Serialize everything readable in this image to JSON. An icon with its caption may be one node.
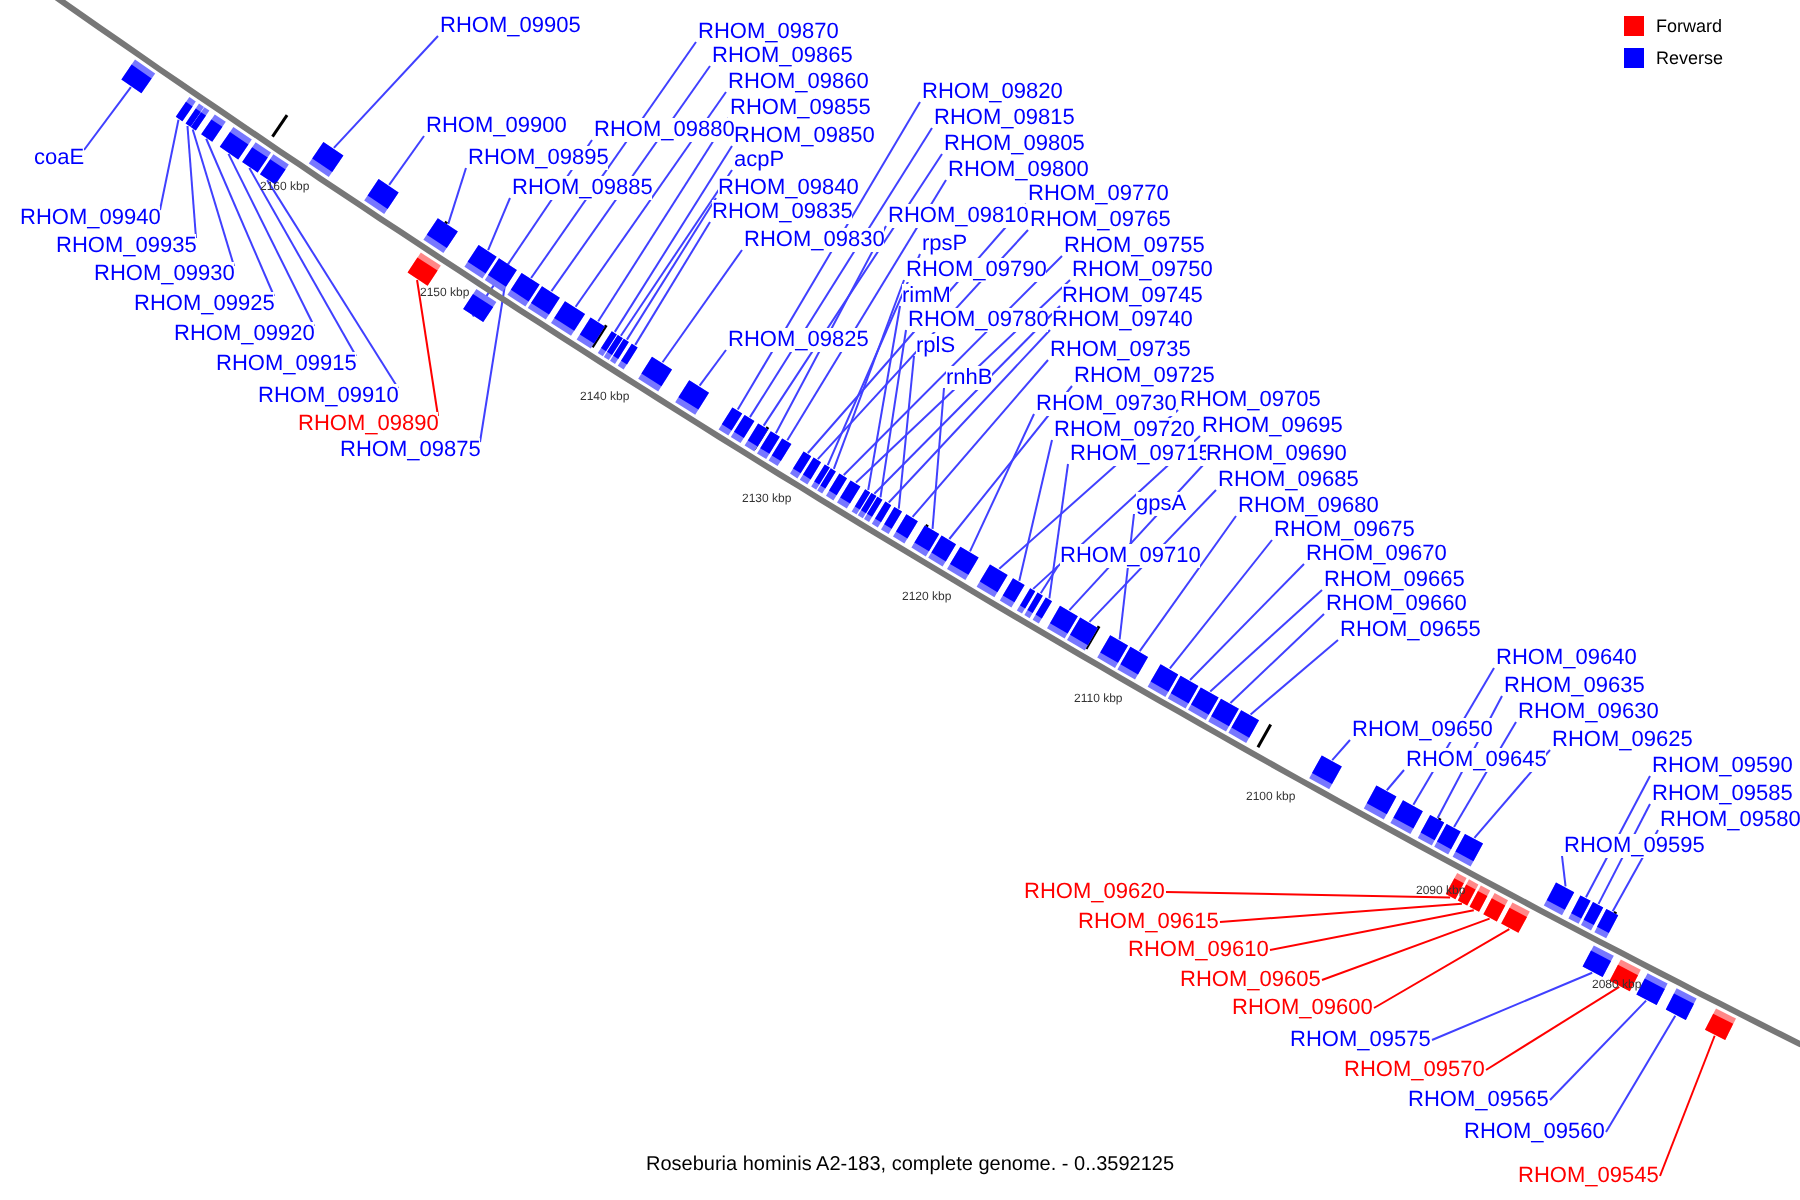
{
  "diagram": {
    "caption": "Roseburia hominis A2-183, complete genome. - 0..3592125",
    "nodes": [
      {
        "text": [
          "coaE"
        ]
      },
      {
        "text": [
          "RHOM_09940"
        ]
      },
      {
        "text": [
          "RHOM_09935"
        ]
      },
      {
        "text": [
          "RHOM_09930"
        ]
      },
      {
        "text": [
          "RHOM_09925"
        ]
      },
      {
        "text": [
          "RHOM_09920"
        ]
      },
      {
        "text": [
          "RHOM_09915"
        ]
      },
      {
        "text": [
          "RHOM_09910"
        ]
      },
      {
        "text": [
          "RHOM_09890"
        ]
      },
      {
        "text": [
          "RHOM_09875"
        ]
      },
      {
        "text": [
          "RHOM_09905"
        ]
      },
      {
        "text": [
          "RHOM_09900"
        ]
      },
      {
        "text": [
          "RHOM_09895"
        ]
      },
      {
        "text": [
          "RHOM_09885"
        ]
      },
      {
        "text": [
          "RHOM_09880"
        ]
      },
      {
        "text": [
          "RHOM_09870"
        ]
      },
      {
        "text": [
          "RHOM_09865"
        ]
      },
      {
        "text": [
          "RHOM_09860"
        ]
      },
      {
        "text": [
          "RHOM_09855"
        ]
      },
      {
        "text": [
          "RHOM_09850"
        ]
      },
      {
        "text": [
          "acpP"
        ]
      },
      {
        "text": [
          "RHOM_09840"
        ]
      },
      {
        "text": [
          "RHOM_09835"
        ]
      },
      {
        "text": [
          "RHOM_09830"
        ]
      },
      {
        "text": [
          "RHOM_09825"
        ]
      },
      {
        "text": [
          "RHOM_09820"
        ]
      },
      {
        "text": [
          "RHOM_09815"
        ]
      },
      {
        "text": [
          "RHOM_09805"
        ]
      },
      {
        "text": [
          "RHOM_09800"
        ]
      },
      {
        "text": [
          "RHOM_09810"
        ]
      },
      {
        "text": [
          "RHOM_09770"
        ]
      },
      {
        "text": [
          "RHOM_09765"
        ]
      },
      {
        "text": [
          "rpsP"
        ]
      },
      {
        "text": [
          "RHOM_09790"
        ]
      },
      {
        "text": [
          "RHOM_09755"
        ]
      },
      {
        "text": [
          "RHOM_09750"
        ]
      },
      {
        "text": [
          "rimM"
        ]
      },
      {
        "text": [
          "RHOM_09745"
        ]
      },
      {
        "text": [
          "RHOM_09780"
        ]
      },
      {
        "text": [
          "RHOM_09740"
        ]
      },
      {
        "text": [
          "rplS"
        ]
      },
      {
        "text": [
          "RHOM_09735"
        ]
      },
      {
        "text": [
          "rnhB"
        ]
      },
      {
        "text": [
          "RHOM_09725"
        ]
      },
      {
        "text": [
          "RHOM_09730"
        ]
      },
      {
        "text": [
          "RHOM_09705"
        ]
      },
      {
        "text": [
          "RHOM_09720"
        ]
      },
      {
        "text": [
          "RHOM_09695"
        ]
      },
      {
        "text": [
          "RHOM_09715"
        ]
      },
      {
        "text": [
          "RHOM_09690"
        ]
      },
      {
        "text": [
          "RHOM_09685"
        ]
      },
      {
        "text": [
          "gpsA"
        ]
      },
      {
        "text": [
          "RHOM_09680"
        ]
      },
      {
        "text": [
          "RHOM_09710"
        ]
      },
      {
        "text": [
          "RHOM_09675"
        ]
      },
      {
        "text": [
          "RHOM_09670"
        ]
      },
      {
        "text": [
          "RHOM_09665"
        ]
      },
      {
        "text": [
          "RHOM_09660"
        ]
      },
      {
        "text": [
          "RHOM_09655"
        ]
      },
      {
        "text": [
          "RHOM_09650"
        ]
      },
      {
        "text": [
          "RHOM_09645"
        ]
      },
      {
        "text": [
          "RHOM_09640"
        ]
      },
      {
        "text": [
          "RHOM_09635"
        ]
      },
      {
        "text": [
          "RHOM_09630"
        ]
      },
      {
        "text": [
          "RHOM_09625"
        ]
      },
      {
        "text": [
          "RHOM_09595"
        ]
      },
      {
        "text": [
          "RHOM_09590"
        ]
      },
      {
        "text": [
          "RHOM_09585"
        ]
      },
      {
        "text": [
          "RHOM_09580"
        ]
      },
      {
        "text": [
          "RHOM_09620"
        ]
      },
      {
        "text": [
          "RHOM_09615"
        ]
      },
      {
        "text": [
          "RHOM_09610"
        ]
      },
      {
        "text": [
          "RHOM_09605"
        ]
      },
      {
        "text": [
          "RHOM_09600"
        ]
      },
      {
        "text": [
          "RHOM_09575"
        ]
      },
      {
        "text": [
          "RHOM_09570"
        ]
      },
      {
        "text": [
          "RHOM_09565"
        ]
      },
      {
        "text": [
          "RHOM_09560"
        ]
      },
      {
        "text": [
          "RHOM_09545"
        ]
      },
      {
        "text": [],
        "shape": "bar"
      },
      {
        "text": [],
        "shape": "bar"
      },
      {
        "text": [],
        "shape": "bar"
      },
      {
        "text": [],
        "shape": "bar"
      },
      {
        "text": [],
        "shape": "bar"
      },
      {
        "text": [],
        "shape": "bar"
      },
      {
        "text": [],
        "shape": "bar"
      },
      {
        "text": [],
        "shape": "bar"
      },
      {
        "text": [],
        "shape": "bar"
      },
      {
        "text": [],
        "shape": "bar"
      },
      {
        "text": [],
        "shape": "bar"
      },
      {
        "text": [],
        "shape": "bar"
      },
      {
        "text": [],
        "shape": "bar"
      },
      {
        "text": [],
        "shape": "bar"
      },
      {
        "text": [],
        "shape": "bar"
      },
      {
        "text": [],
        "shape": "bar"
      },
      {
        "text": [],
        "shape": "bar"
      },
      {
        "text": [],
        "shape": "bar"
      },
      {
        "text": [],
        "shape": "bar"
      },
      {
        "text": [],
        "shape": "bar"
      },
      {
        "text": [],
        "shape": "bar"
      },
      {
        "text": [],
        "shape": "bar"
      },
      {
        "text": [],
        "shape": "bar"
      },
      {
        "text": [],
        "shape": "bar"
      },
      {
        "text": [],
        "shape": "bar"
      },
      {
        "text": [],
        "shape": "bar"
      },
      {
        "text": [],
        "shape": "bar"
      },
      {
        "text": [],
        "shape": "bar"
      },
      {
        "text": [],
        "shape": "bar"
      },
      {
        "text": [],
        "shape": "bar"
      },
      {
        "text": [],
        "shape": "bar"
      },
      {
        "text": [],
        "shape": "bar"
      },
      {
        "text": [],
        "shape": "bar"
      },
      {
        "text": [],
        "shape": "bar"
      },
      {
        "text": [],
        "shape": "bar"
      },
      {
        "text": [],
        "shape": "bar"
      },
      {
        "text": [],
        "shape": "bar"
      },
      {
        "text": [],
        "shape": "bar"
      },
      {
        "text": [],
        "shape": "bar"
      },
      {
        "text": [],
        "shape": "bar"
      },
      {
        "text": [],
        "shape": "bar"
      },
      {
        "text": [],
        "shape": "bar"
      },
      {
        "text": [],
        "shape": "bar"
      },
      {
        "text": [],
        "shape": "bar"
      },
      {
        "text": [],
        "shape": "bar"
      },
      {
        "text": [],
        "shape": "bar"
      },
      {
        "text": [],
        "shape": "bar"
      },
      {
        "text": [],
        "shape": "bar"
      },
      {
        "text": [],
        "shape": "bar"
      },
      {
        "text": [],
        "shape": "bar"
      },
      {
        "text": [],
        "shape": "bar"
      },
      {
        "text": [],
        "shape": "bar"
      },
      {
        "text": [],
        "shape": "bar"
      },
      {
        "text": [],
        "shape": "bar"
      },
      {
        "text": [],
        "shape": "bar"
      },
      {
        "text": [],
        "shape": "bar"
      },
      {
        "text": [],
        "shape": "bar"
      },
      {
        "text": [],
        "shape": "bar"
      },
      {
        "text": [],
        "shape": "bar"
      },
      {
        "text": [],
        "shape": "bar"
      },
      {
        "text": [],
        "shape": "bar"
      },
      {
        "text": [],
        "shape": "bar"
      },
      {
        "text": [],
        "shape": "bar"
      },
      {
        "text": [],
        "shape": "bar"
      },
      {
        "text": [],
        "shape": "bar"
      },
      {
        "text": [],
        "shape": "bar"
      },
      {
        "text": [],
        "shape": "bar"
      },
      {
        "text": [],
        "shape": "bar"
      },
      {
        "text": [],
        "shape": "bar"
      },
      {
        "text": [],
        "shape": "bar"
      },
      {
        "text": [],
        "shape": "bar"
      },
      {
        "text": [],
        "shape": "bar"
      },
      {
        "text": [],
        "shape": "bar"
      },
      {
        "text": [],
        "shape": "bar"
      },
      {
        "text": [],
        "shape": "bar"
      },
      {
        "text": [],
        "shape": "bar"
      },
      {
        "text": [],
        "shape": "bar"
      },
      {
        "text": [],
        "shape": "bar"
      },
      {
        "text": [],
        "shape": "bar"
      }
    ],
    "edges": [
      {
        "from": 0,
        "to": 79,
        "arrow": "none"
      },
      {
        "from": 1,
        "to": 80,
        "arrow": "none"
      },
      {
        "from": 2,
        "to": 81,
        "arrow": "none"
      },
      {
        "from": 3,
        "to": 82,
        "arrow": "none"
      },
      {
        "from": 4,
        "to": 83,
        "arrow": "none"
      },
      {
        "from": 5,
        "to": 84,
        "arrow": "none"
      },
      {
        "from": 6,
        "to": 85,
        "arrow": "none"
      },
      {
        "from": 7,
        "to": 86,
        "arrow": "none"
      },
      {
        "from": 8,
        "to": 90,
        "arrow": "none",
        "color": "#ff0000"
      },
      {
        "from": 9,
        "to": 93,
        "arrow": "none"
      },
      {
        "from": 10,
        "to": 87,
        "arrow": "none"
      },
      {
        "from": 11,
        "to": 88,
        "arrow": "none"
      },
      {
        "from": 12,
        "to": 89,
        "arrow": "none"
      },
      {
        "from": 13,
        "to": 91,
        "arrow": "none"
      },
      {
        "from": 14,
        "to": 92,
        "arrow": "none"
      },
      {
        "from": 15,
        "to": 94,
        "arrow": "none"
      },
      {
        "from": 16,
        "to": 95,
        "arrow": "none"
      },
      {
        "from": 17,
        "to": 96,
        "arrow": "none"
      },
      {
        "from": 18,
        "to": 97,
        "arrow": "none"
      },
      {
        "from": 19,
        "to": 98,
        "arrow": "none"
      },
      {
        "from": 20,
        "to": 99,
        "arrow": "none"
      },
      {
        "from": 21,
        "to": 100,
        "arrow": "none"
      },
      {
        "from": 22,
        "to": 101,
        "arrow": "none"
      },
      {
        "from": 23,
        "to": 102,
        "arrow": "none"
      },
      {
        "from": 24,
        "to": 103,
        "arrow": "none"
      },
      {
        "from": 25,
        "to": 104,
        "arrow": "none"
      },
      {
        "from": 26,
        "to": 105,
        "arrow": "none"
      },
      {
        "from": 27,
        "to": 106,
        "arrow": "none"
      },
      {
        "from": 28,
        "to": 108,
        "arrow": "none"
      },
      {
        "from": 29,
        "to": 107,
        "arrow": "none"
      },
      {
        "from": 30,
        "to": 109,
        "arrow": "none"
      },
      {
        "from": 31,
        "to": 110,
        "arrow": "none"
      },
      {
        "from": 32,
        "to": 111,
        "arrow": "none"
      },
      {
        "from": 33,
        "to": 112,
        "arrow": "none"
      },
      {
        "from": 34,
        "to": 113,
        "arrow": "none"
      },
      {
        "from": 35,
        "to": 114,
        "arrow": "none"
      },
      {
        "from": 36,
        "to": 115,
        "arrow": "none"
      },
      {
        "from": 37,
        "to": 116,
        "arrow": "none"
      },
      {
        "from": 38,
        "to": 117,
        "arrow": "none"
      },
      {
        "from": 39,
        "to": 118,
        "arrow": "none"
      },
      {
        "from": 40,
        "to": 119,
        "arrow": "none"
      },
      {
        "from": 41,
        "to": 120,
        "arrow": "none"
      },
      {
        "from": 42,
        "to": 121,
        "arrow": "none"
      },
      {
        "from": 43,
        "to": 122,
        "arrow": "none"
      },
      {
        "from": 44,
        "to": 123,
        "arrow": "none"
      },
      {
        "from": 45,
        "to": 124,
        "arrow": "none"
      },
      {
        "from": 46,
        "to": 125,
        "arrow": "none"
      },
      {
        "from": 47,
        "to": 126,
        "arrow": "none"
      },
      {
        "from": 48,
        "to": 128,
        "arrow": "none"
      },
      {
        "from": 49,
        "to": 129,
        "arrow": "none"
      },
      {
        "from": 50,
        "to": 130,
        "arrow": "none"
      },
      {
        "from": 51,
        "to": 131,
        "arrow": "none"
      },
      {
        "from": 52,
        "to": 132,
        "arrow": "none"
      },
      {
        "from": 53,
        "to": 127,
        "arrow": "none"
      },
      {
        "from": 54,
        "to": 133,
        "arrow": "none"
      },
      {
        "from": 55,
        "to": 134,
        "arrow": "none"
      },
      {
        "from": 56,
        "to": 135,
        "arrow": "none"
      },
      {
        "from": 57,
        "to": 136,
        "arrow": "none"
      },
      {
        "from": 58,
        "to": 137,
        "arrow": "none"
      },
      {
        "from": 59,
        "to": 138,
        "arrow": "none"
      },
      {
        "from": 60,
        "to": 139,
        "arrow": "none"
      },
      {
        "from": 61,
        "to": 140,
        "arrow": "none"
      },
      {
        "from": 62,
        "to": 141,
        "arrow": "none"
      },
      {
        "from": 63,
        "to": 142,
        "arrow": "none"
      },
      {
        "from": 64,
        "to": 143,
        "arrow": "none"
      },
      {
        "from": 65,
        "to": 149,
        "arrow": "none"
      },
      {
        "from": 66,
        "to": 150,
        "arrow": "none"
      },
      {
        "from": 67,
        "to": 151,
        "arrow": "none"
      },
      {
        "from": 68,
        "to": 152,
        "arrow": "none"
      },
      {
        "from": 69,
        "to": 144,
        "arrow": "none",
        "color": "#ff0000"
      },
      {
        "from": 70,
        "to": 145,
        "arrow": "none",
        "color": "#ff0000"
      },
      {
        "from": 71,
        "to": 146,
        "arrow": "none",
        "color": "#ff0000"
      },
      {
        "from": 72,
        "to": 147,
        "arrow": "none",
        "color": "#ff0000"
      },
      {
        "from": 73,
        "to": 148,
        "arrow": "none",
        "color": "#ff0000"
      },
      {
        "from": 74,
        "to": 153,
        "arrow": "none"
      },
      {
        "from": 75,
        "to": 154,
        "arrow": "none",
        "color": "#ff0000"
      },
      {
        "from": 76,
        "to": 155,
        "arrow": "none"
      },
      {
        "from": 77,
        "to": 156,
        "arrow": "none"
      },
      {
        "from": 78,
        "to": 157,
        "arrow": "none",
        "color": "#ff0000"
      }
    ],
    "labels": [
      "2160 kbp",
      "2150 kbp",
      "2140 kbp",
      "2130 kbp",
      "2120 kbp",
      "2110 kbp",
      "2100 kbp",
      "2090 kbp",
      "2080 kbp"
    ],
    "legend": [
      {
        "text": "Forward",
        "color": "#ff0000"
      },
      {
        "text": "Reverse",
        "color": "#0000ff"
      }
    ]
  }
}
